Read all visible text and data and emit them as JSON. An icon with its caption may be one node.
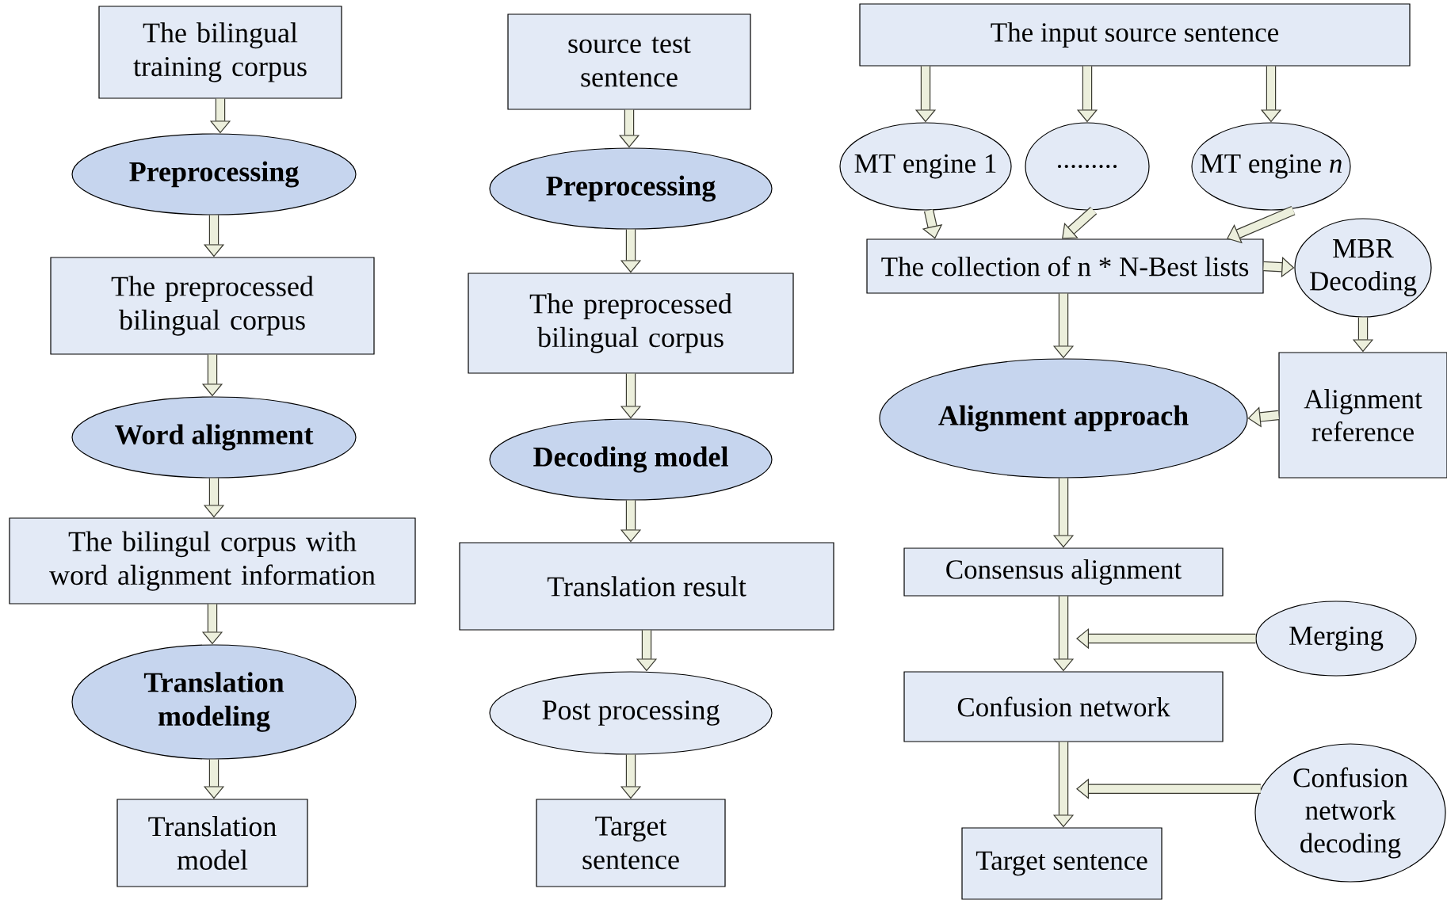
{
  "diagram": {
    "nodes": [
      {
        "text": [
          "The bilingual training corpus"
        ]
      },
      {
        "text": [
          "Preprocessing"
        ]
      },
      {
        "text": [
          "The preprocessed bilingual corpus"
        ]
      },
      {
        "text": [
          "Word alignment"
        ]
      },
      {
        "text": [
          "The bilingul corpus with word alignment information"
        ]
      },
      {
        "text": [
          "Translation modeling"
        ]
      },
      {
        "text": [
          "Translation model"
        ]
      },
      {
        "text": [
          "source test sentence"
        ]
      },
      {
        "text": [
          "Preprocessing"
        ]
      },
      {
        "text": [
          "The preprocessed bilingual corpus"
        ]
      },
      {
        "text": [
          "Decoding model"
        ]
      },
      {
        "text": [
          "Translation result"
        ]
      },
      {
        "text": [
          "Post processing"
        ]
      },
      {
        "text": [
          "Target sentence"
        ]
      },
      {
        "text": [
          "The input source sentence"
        ]
      },
      {
        "text": [
          "MT engine 1"
        ]
      },
      {
        "text": [
          "........."
        ]
      },
      {
        "text": [
          "MT engine *n*"
        ]
      },
      {
        "text": [
          "The collection of n * N-Best lists"
        ]
      },
      {
        "text": [
          "MBR Decoding"
        ]
      },
      {
        "text": [
          "Alignment approach"
        ]
      },
      {
        "text": [
          "Alignment reference"
        ]
      },
      {
        "text": [
          "Consensus alignment"
        ]
      },
      {
        "text": [
          "Merging"
        ]
      },
      {
        "text": [
          "Confusion network"
        ]
      },
      {
        "text": [
          "Target sentence"
        ]
      },
      {
        "text": [
          "Confusion network decoding"
        ]
      }
    ],
    "edges": [
      {
        "from": 0,
        "to": 1,
        "arrow": "to"
      },
      {
        "from": 1,
        "to": 2,
        "arrow": "to"
      },
      {
        "from": 2,
        "to": 3,
        "arrow": "to"
      },
      {
        "from": 3,
        "to": 4,
        "arrow": "to"
      },
      {
        "from": 4,
        "to": 5,
        "arrow": "to"
      },
      {
        "from": 5,
        "to": 6,
        "arrow": "to"
      },
      {
        "from": 7,
        "to": 8,
        "arrow": "to"
      },
      {
        "from": 8,
        "to": 9,
        "arrow": "to"
      },
      {
        "from": 9,
        "to": 10,
        "arrow": "to"
      },
      {
        "from": 10,
        "to": 11,
        "arrow": "to"
      },
      {
        "from": 11,
        "to": 12,
        "arrow": "to"
      },
      {
        "from": 12,
        "to": 13,
        "arrow": "to"
      },
      {
        "from": 14,
        "to": 15,
        "arrow": "to"
      },
      {
        "from": 14,
        "to": 16,
        "arrow": "to"
      },
      {
        "from": 14,
        "to": 17,
        "arrow": "to"
      },
      {
        "from": 15,
        "to": 18,
        "arrow": "to"
      },
      {
        "from": 16,
        "to": 18,
        "arrow": "to"
      },
      {
        "from": 17,
        "to": 18,
        "arrow": "to"
      },
      {
        "from": 18,
        "to": 19,
        "arrow": "to"
      },
      {
        "from": 18,
        "to": 20,
        "arrow": "to"
      },
      {
        "from": 19,
        "to": 21,
        "arrow": "to"
      },
      {
        "from": 21,
        "to": 20,
        "arrow": "to"
      },
      {
        "from": 20,
        "to": 22,
        "arrow": "to"
      },
      {
        "from": 22,
        "to": 24,
        "arrow": "to"
      },
      {
        "from": 24,
        "to": 25,
        "arrow": "to"
      },
      {
        "from": 23,
        "to": null,
        "arrow": "to"
      },
      {
        "from": 26,
        "to": null,
        "arrow": "to"
      }
    ]
  }
}
